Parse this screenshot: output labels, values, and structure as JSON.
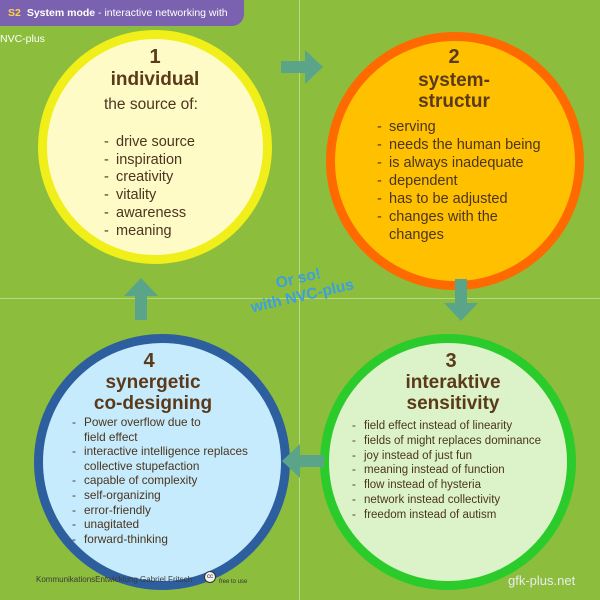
{
  "header": {
    "tag": "S2",
    "title": "System mode",
    "subtitle": "- interactive networking with NVC-plus"
  },
  "circles": [
    {
      "number": "1",
      "heading": "individual",
      "intro": "the source of:",
      "items": [
        "drive source",
        "inspiration",
        "creativity",
        "vitality",
        "awareness",
        "meaning"
      ],
      "fill": "#fffbc6",
      "ring": "#f0ef1a"
    },
    {
      "number": "2",
      "heading_lines": [
        "system-",
        "structur"
      ],
      "items": [
        "serving",
        "needs the human being",
        "is always inadequate",
        "dependent",
        "has to be adjusted",
        "changes with the changes"
      ],
      "fill": "#ffc000",
      "ring": "#ff6a00"
    },
    {
      "number": "3",
      "heading_lines": [
        "interaktive",
        "sensitivity"
      ],
      "items": [
        "field effect instead of linearity",
        "fields of might replaces dominance",
        "joy instead of just fun",
        "meaning instead of function",
        "flow instead of hysteria",
        "network instead collectivity",
        "freedom instead of autism"
      ],
      "fill": "#dcf2c8",
      "ring": "#2ccb2c"
    },
    {
      "number": "4",
      "heading_lines": [
        "synergetic",
        "co-designing"
      ],
      "items": [
        "Power overflow due to field effect",
        "interactive intelligence replaces collective stupefaction",
        "capable of complexity",
        "self-organizing",
        "error-friendly",
        "unagitated",
        "forward-thinking"
      ],
      "fill": "#c6ebfc",
      "ring": "#2d5f9e"
    }
  ],
  "center_text": [
    "Or so!",
    "with NVC-plus"
  ],
  "footer": {
    "credit": "KommunikationsEntwicklung Gabriel Fritsch",
    "cc_icon": "cc",
    "cc_label": "free to use",
    "site": "gfk-plus.net"
  },
  "colors": {
    "background": "#8dbd3c",
    "arrow": "#5aa58a",
    "accent_text": "#3aa0e0",
    "header_bg": "#7b62b0"
  }
}
